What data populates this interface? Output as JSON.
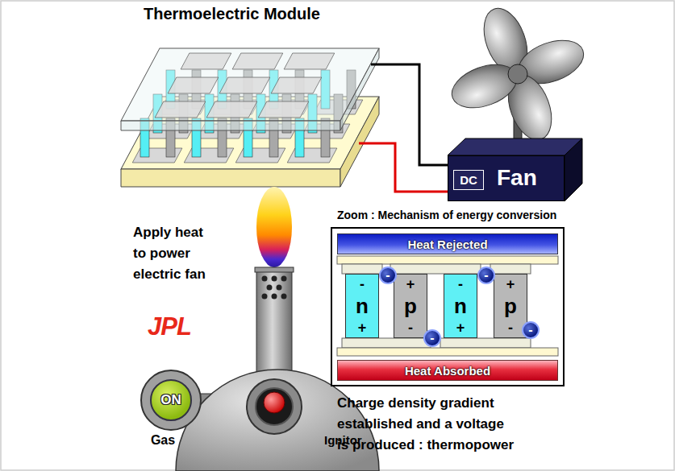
{
  "diagram": {
    "title": "Thermoelectric Module",
    "nodes": [
      {
        "text": [
          "Fan"
        ]
      },
      {
        "text": [
          "DC"
        ],
        "in": 0
      },
      {
        "text": [
          "Zoom : Mechanism of energy conversion"
        ]
      },
      {
        "text": [
          "Heat Rejected"
        ],
        "in": 2
      },
      {
        "text": [
          "-",
          "n",
          "+"
        ],
        "in": 2
      },
      {
        "text": [
          "+",
          "p",
          "-"
        ],
        "in": 2
      },
      {
        "text": [
          "-",
          "n",
          "+"
        ],
        "in": 2
      },
      {
        "text": [
          "+",
          "p",
          "-"
        ],
        "in": 2
      },
      {
        "text": [
          "-"
        ],
        "in": 2
      },
      {
        "text": [
          "-"
        ],
        "in": 2
      },
      {
        "text": [
          "-"
        ],
        "in": 2
      },
      {
        "text": [
          "-"
        ],
        "in": 2
      },
      {
        "text": [
          "Heat Absorbed"
        ],
        "in": 2
      },
      {
        "text": [
          "ON"
        ]
      }
    ],
    "labels": [
      "Apply heat to power electric fan",
      "JPL",
      "Gas",
      "Ignitor",
      "Charge density gradient established and a voltage is produced : thermopower"
    ]
  }
}
